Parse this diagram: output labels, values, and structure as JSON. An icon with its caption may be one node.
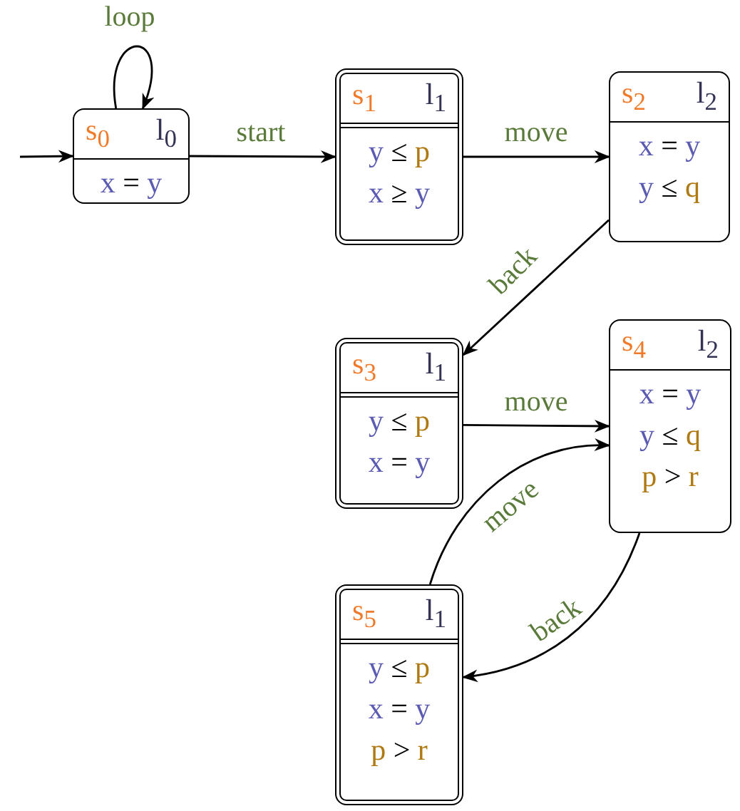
{
  "diagram": {
    "nodes": [
      {
        "text": [
          "s$_{0}$",
          "l$_{0}$",
          "x = y"
        ]
      },
      {
        "text": [
          "s$_{1}$",
          "l$_{1}$",
          "y ≤ p",
          "x ≥ y"
        ]
      },
      {
        "text": [
          "s$_{2}$",
          "l$_{2}$",
          "x = y",
          "y ≤ q"
        ]
      },
      {
        "text": [
          "s$_{3}$",
          "l$_{1}$",
          "y ≤ p",
          "x = y"
        ]
      },
      {
        "text": [
          "s$_{4}$",
          "l$_{2}$",
          "x = y",
          "y ≤ q",
          "p > r"
        ]
      },
      {
        "text": [
          "s$_{5}$",
          "l$_{1}$",
          "y ≤ p",
          "x = y",
          "p > r"
        ]
      }
    ],
    "edges": [
      {
        "from": null,
        "to": 0,
        "arrow": "to"
      },
      {
        "from": 0,
        "to": 0,
        "arrow": "to",
        "label": "loop"
      },
      {
        "from": 0,
        "to": 1,
        "arrow": "to",
        "label": "start"
      },
      {
        "from": 1,
        "to": 2,
        "arrow": "to",
        "label": "move"
      },
      {
        "from": 2,
        "to": 3,
        "arrow": "to",
        "label": "back"
      },
      {
        "from": 3,
        "to": 4,
        "arrow": "to",
        "label": "move"
      },
      {
        "from": 5,
        "to": 4,
        "arrow": "to",
        "label": "move"
      },
      {
        "from": 4,
        "to": 5,
        "arrow": "to",
        "label": "back"
      }
    ]
  }
}
